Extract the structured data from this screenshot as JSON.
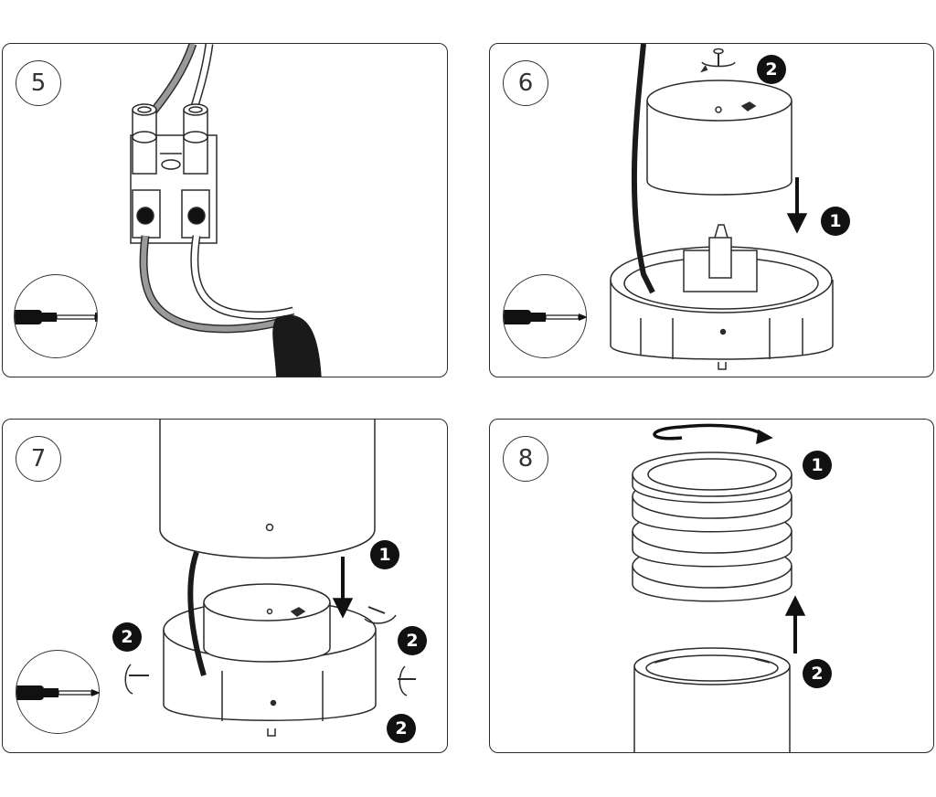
{
  "panels": [
    {
      "step": "5",
      "badges": []
    },
    {
      "step": "6",
      "badges": [
        "2",
        "1"
      ]
    },
    {
      "step": "7",
      "badges": [
        "1",
        "2",
        "2",
        "2"
      ]
    },
    {
      "step": "8",
      "badges": [
        "1",
        "2"
      ]
    }
  ],
  "tools": {
    "p5": "flathead-screwdriver-icon",
    "p6": "phillips-screwdriver-icon",
    "p7": "phillips-screwdriver-icon"
  },
  "colors": {
    "line": "#2b2b2b",
    "fill": "#ffffff",
    "cable": "#1a1a1a",
    "wire_grey": "#9a9a9a",
    "badge": "#111111"
  }
}
